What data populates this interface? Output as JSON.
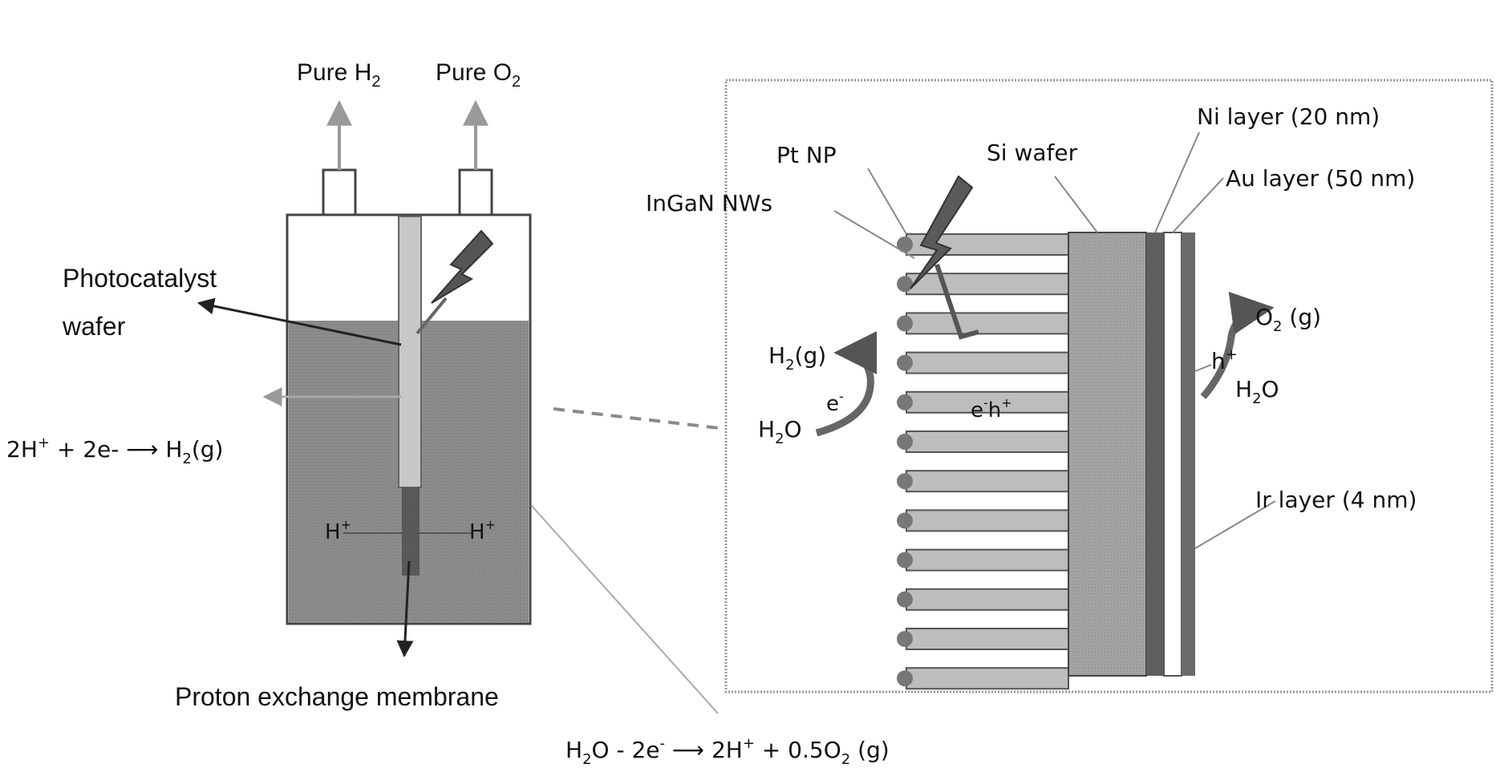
{
  "labels": {
    "pure_h2": {
      "main": "Pure H",
      "sub": "2"
    },
    "pure_o2": {
      "main": "Pure O",
      "sub": "2"
    },
    "photocatalyst_line1": "Photocatalyst",
    "photocatalyst_line2": "wafer",
    "cathode_reaction": {
      "a": "2H",
      "a_sup": "+",
      "b": " + 2e- ⟶ H",
      "b_sub": "2",
      "c": "(g)"
    },
    "h_plus_left": {
      "main": "H",
      "sup": "+"
    },
    "h_plus_right": {
      "main": "H",
      "sup": "+"
    },
    "membrane": "Proton exchange membrane",
    "anode_reaction": {
      "a": "H",
      "a_sub": "2",
      "b": "O - 2e",
      "b_sup": "-",
      "c": " ⟶ 2H",
      "c_sup": "+",
      "d": " + 0.5O",
      "d_sub": "2",
      "e": " (g)"
    },
    "pt_np": "Pt NP",
    "ingan_nws": "InGaN NWs",
    "si_wafer": "Si wafer",
    "ni_layer": "Ni layer (20 nm)",
    "au_layer": "Au layer (50 nm)",
    "ir_layer": "Ir layer (4 nm)",
    "o2_gas": {
      "main": "O",
      "sub": "2",
      "rest": " (g)"
    },
    "h_plus_hole": {
      "main": "h",
      "sup": "+"
    },
    "h2o_right": {
      "main": "H",
      "sub": "2",
      "rest": "O"
    },
    "h2_gas": {
      "main": "H",
      "sub": "2",
      "rest": "(g)"
    },
    "electron": {
      "main": "e",
      "sup": "-"
    },
    "h2o_left": {
      "main": "H",
      "sub": "2",
      "rest": "O"
    },
    "eh_pair": {
      "e": "e",
      "e_sup": "-",
      "h": "h",
      "h_sup": "+"
    }
  },
  "colors": {
    "electrolyte": "#8c8c8c",
    "wafer": "#c8c8c8",
    "stroke": "#444444",
    "nanowire": "#bdbdbd",
    "nanoparticle": "#777777",
    "si_wafer": "#a3a3a3",
    "ni_layer": "#5e5e5e",
    "au_layer": "#ffffff",
    "ir_layer": "#6a6a6a",
    "lightning": "#555555"
  }
}
